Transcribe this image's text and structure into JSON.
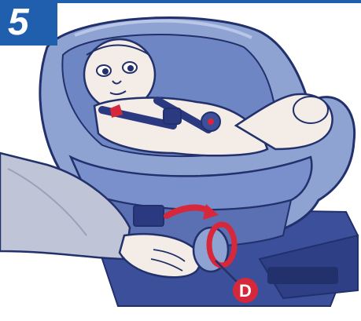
{
  "step": {
    "number": "5"
  },
  "callout": {
    "label": "D"
  },
  "illustration": {
    "subject": "infant-car-seat",
    "icons": [
      "baby-figure",
      "car-seat-shell",
      "harness-buckle",
      "rotation-arrow",
      "hand",
      "release-handle"
    ]
  },
  "colors": {
    "brand_blue": "#1f5fae",
    "seat_light": "#8fa3d3",
    "seat_mid": "#6f86c4",
    "seat_dark": "#3b4f9a",
    "outline": "#22306b",
    "accent_red": "#d6283a",
    "skin": "#f4ece6",
    "sleeve_gray": "#bfc5d6"
  }
}
